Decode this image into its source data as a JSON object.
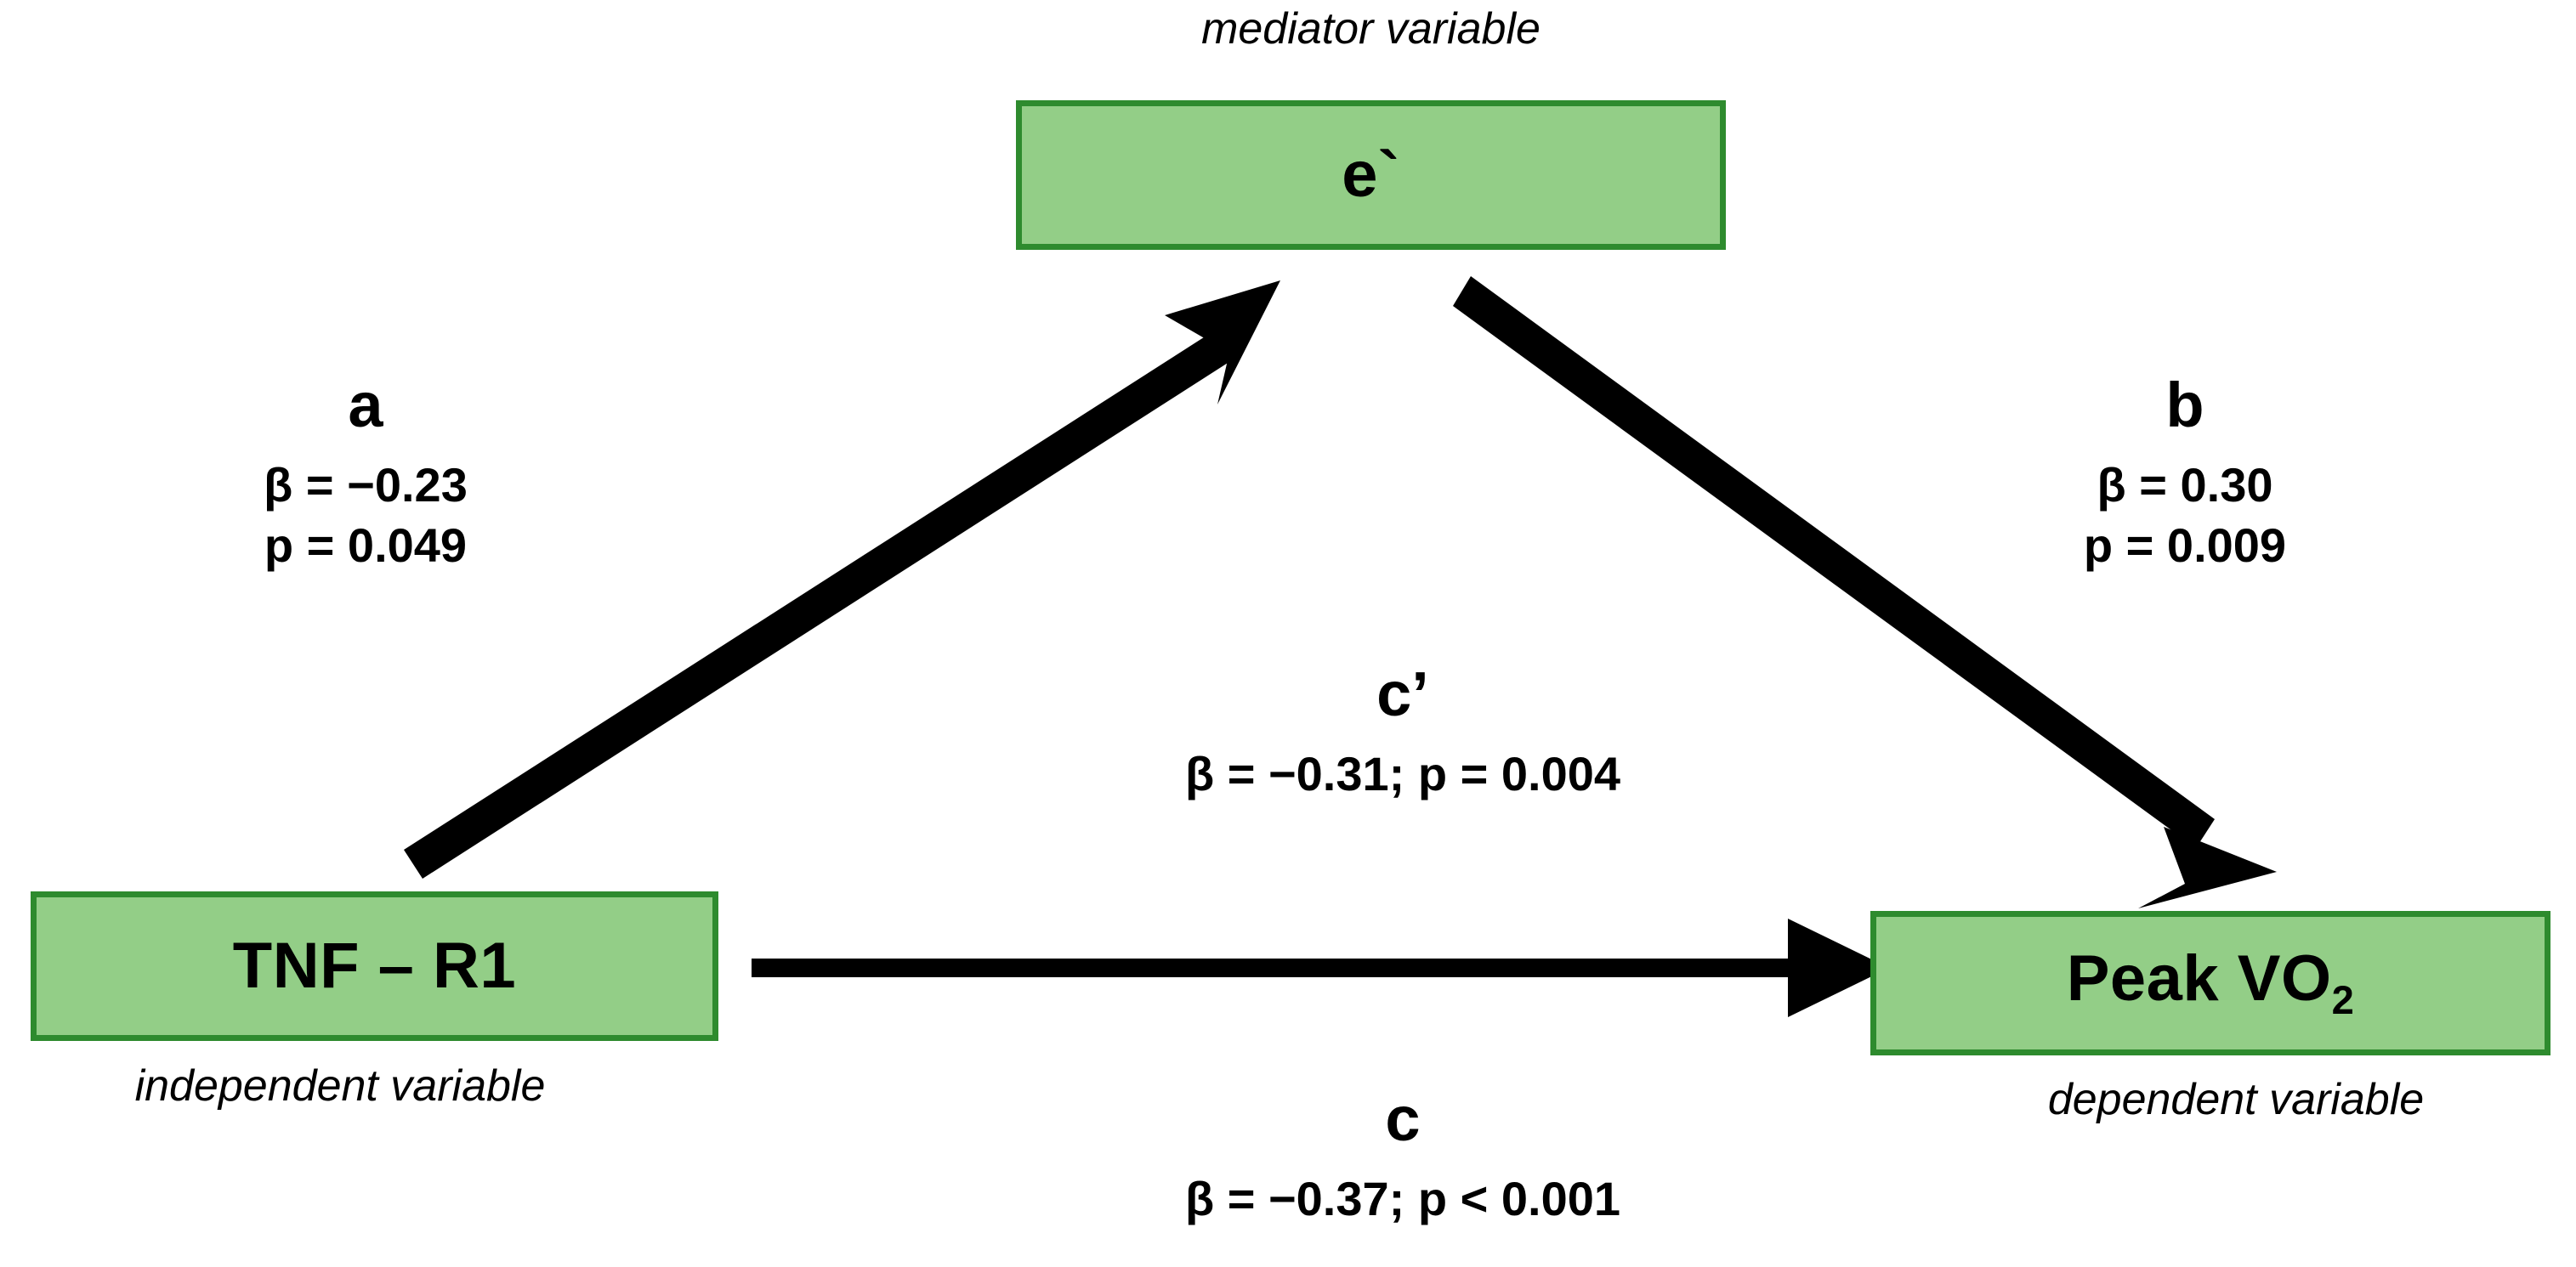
{
  "diagram": {
    "type": "mediation-model",
    "nodes": {
      "mediator": {
        "label": "e`",
        "caption": "mediator variable"
      },
      "independent": {
        "label": "TNF – R1",
        "caption": "independent variable"
      },
      "dependent": {
        "label_prefix": "Peak VO",
        "label_subscript": "2",
        "caption": "dependent variable"
      }
    },
    "paths": {
      "a": {
        "letter": "a",
        "beta_line": "β = −0.23",
        "p_line": "p = 0.049",
        "from": "independent",
        "to": "mediator"
      },
      "b": {
        "letter": "b",
        "beta_line": "β = 0.30",
        "p_line": "p = 0.009",
        "from": "mediator",
        "to": "dependent"
      },
      "c_prime": {
        "letter": "c’",
        "stats": "β = −0.31; p = 0.004",
        "from": "independent",
        "to": "dependent"
      },
      "c": {
        "letter": "c",
        "stats": "β = −0.37; p < 0.001",
        "from": "independent",
        "to": "dependent"
      }
    },
    "colors": {
      "node_fill": "#93ce87",
      "node_border": "#2e8b2e",
      "arrow": "#000000",
      "background": "#ffffff",
      "text": "#000000"
    }
  }
}
